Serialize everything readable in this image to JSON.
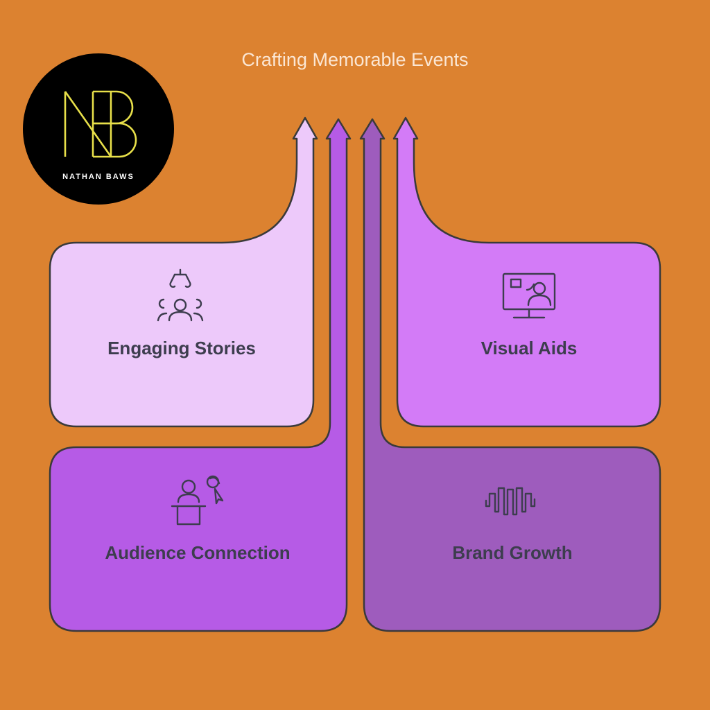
{
  "title": "Crafting Memorable Events",
  "logo": {
    "monogram": "NB",
    "name": "NATHAN BAWS",
    "icon": "nathan-baws-logo"
  },
  "colors": {
    "background": "#DC8230",
    "engaging_stories": "#EDC9FA",
    "visual_aids": "#D37BF7",
    "audience_connection": "#B65BE6",
    "brand_growth": "#9E5CBD",
    "outline": "#3A3A3A",
    "label_text": "#3D3D4E",
    "title_text": "#FBE6D3",
    "logo_bg": "#000000",
    "logo_accent": "#E8E04A"
  },
  "blocks": [
    {
      "id": "engaging-stories",
      "label": "Engaging Stories",
      "icon": "storyteller-audience-icon"
    },
    {
      "id": "visual-aids",
      "label": "Visual Aids",
      "icon": "presentation-monitor-icon"
    },
    {
      "id": "audience-connection",
      "label": "Audience Connection",
      "icon": "speaker-podium-icon"
    },
    {
      "id": "brand-growth",
      "label": "Brand Growth",
      "icon": "growth-wave-icon"
    }
  ]
}
